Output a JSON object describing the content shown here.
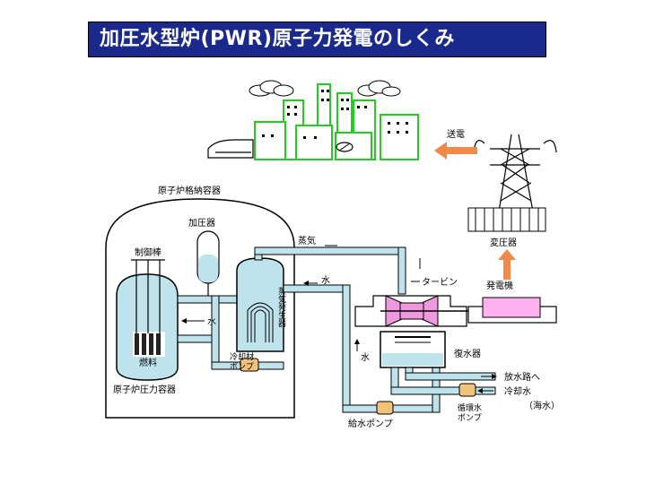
{
  "title": "加圧水型炉(PWR)原子力発電のしくみ",
  "labels": {
    "containment": "原子炉格納容器",
    "pressurizer": "加圧器",
    "control_rod": "制御棒",
    "fuel": "燃料",
    "reactor_vessel": "原子炉圧力容器",
    "coolant_pump": [
      "冷却材",
      "ポンプ"
    ],
    "steam_generator": "蒸気発生器",
    "steam": "蒸気",
    "water_top": "水",
    "water_primary": "水",
    "water_condensate": "水",
    "turbine": "タービン",
    "generator": "発電機",
    "transformer": "変圧器",
    "transmission": "送電",
    "condenser": "復水器",
    "feedwater_pump": "給水ポンプ",
    "circulating_pump": [
      "循環水",
      "ポンプ"
    ],
    "discharge": "放水路へ",
    "cooling_water": "冷却水",
    "seawater": "（海水）"
  },
  "colors": {
    "title_bg": "#1a2a8c",
    "water": "#bfe3ec",
    "city_green": "#22cc22",
    "turbine_pink": "#ee99dd",
    "generator_pink": "#ffb0ee",
    "fuel_dark": "#222222",
    "pump_yellow": "#f0c27a",
    "arrow_orange": "#f08a4b"
  }
}
